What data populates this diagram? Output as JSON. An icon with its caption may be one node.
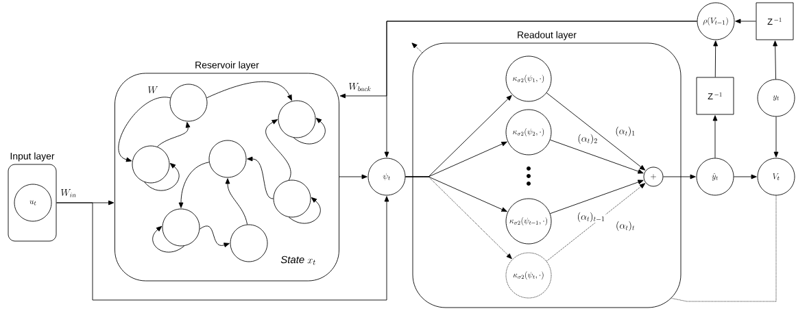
{
  "diagram": {
    "nodes": [
      {
        "text": [
          "Input layer"
        ]
      },
      {
        "text": [
          "u_t"
        ],
        "in": 0
      },
      {
        "text": [
          "Reservoir layer",
          "\\textit{State}\\ x_t"
        ]
      },
      {
        "text": [],
        "shape": "circle",
        "in": 2
      },
      {
        "text": [],
        "shape": "circle",
        "in": 2
      },
      {
        "text": [],
        "shape": "circle",
        "in": 2
      },
      {
        "text": [],
        "shape": "circle",
        "in": 2
      },
      {
        "text": [],
        "shape": "circle",
        "in": 2
      },
      {
        "text": [],
        "shape": "circle",
        "in": 2
      },
      {
        "text": [],
        "shape": "circle",
        "in": 2
      },
      {
        "text": [
          "\\psi_t"
        ]
      },
      {
        "text": [
          "Readout layer"
        ]
      },
      {
        "text": [
          "\\kappa_{\\sigma 2}(\\psi_1,\\cdot)"
        ],
        "in": 11
      },
      {
        "text": [
          "\\kappa_{\\sigma 2}(\\psi_2,\\cdot)"
        ],
        "in": 11
      },
      {
        "text": [
          "\\kappa_{\\sigma 2}(\\psi_{t-1},\\cdot)"
        ],
        "in": 11
      },
      {
        "text": [
          "\\kappa_{\\sigma 2}(\\psi_t,\\cdot)"
        ],
        "in": 11
      },
      {
        "text": [
          "+"
        ],
        "in": 11
      },
      {
        "text": [
          "\\rho(V_{t-1})"
        ]
      },
      {
        "text": [
          "\\mathrm{Z}^{\\,-1}"
        ]
      },
      {
        "text": [
          "\\mathrm{Z}^{\\,-1}"
        ]
      },
      {
        "text": [
          "y_t"
        ]
      },
      {
        "text": [
          "\\hat{y}_t"
        ]
      },
      {
        "text": [
          "V_t"
        ]
      }
    ],
    "edges": [
      {
        "from": 0,
        "to": 2,
        "arrow": "to",
        "label": "W_{in}"
      },
      {
        "from": 0,
        "to": 10,
        "arrow": "to"
      },
      {
        "from": 3,
        "to": 4,
        "arrow": "to"
      },
      {
        "from": 3,
        "to": 5,
        "arrow": "to",
        "label": "W"
      },
      {
        "from": 5,
        "to": 3,
        "arrow": "to"
      },
      {
        "from": 5,
        "to": 5,
        "arrow": "to"
      },
      {
        "from": 4,
        "to": 4,
        "arrow": "to"
      },
      {
        "from": 7,
        "to": 4,
        "arrow": "to"
      },
      {
        "from": 7,
        "to": 6,
        "arrow": "to"
      },
      {
        "from": 7,
        "to": 7,
        "arrow": "to"
      },
      {
        "from": 6,
        "to": 8,
        "arrow": "to"
      },
      {
        "from": 8,
        "to": 8,
        "arrow": "to"
      },
      {
        "from": 8,
        "to": 9,
        "arrow": "to"
      },
      {
        "from": 9,
        "to": 6,
        "arrow": "to"
      },
      {
        "from": 2,
        "to": 10,
        "arrow": "to"
      },
      {
        "from": 17,
        "to": 10,
        "arrow": "to"
      },
      {
        "from": 17,
        "to": 2,
        "arrow": "to",
        "label": "W_{back}"
      },
      {
        "from": 10,
        "to": 12,
        "arrow": "to"
      },
      {
        "from": 10,
        "to": 13,
        "arrow": "to"
      },
      {
        "from": 10,
        "to": 14,
        "arrow": "to"
      },
      {
        "from": 10,
        "to": 15,
        "arrow": "to",
        "style": "dashed"
      },
      {
        "from": 12,
        "to": 16,
        "arrow": "to",
        "label": "(\\alpha_t)_1"
      },
      {
        "from": 13,
        "to": 16,
        "arrow": "to",
        "label": "(\\alpha_t)_2"
      },
      {
        "from": 14,
        "to": 16,
        "arrow": "to",
        "label": "(\\alpha_t)_{t-1}"
      },
      {
        "from": 15,
        "to": 16,
        "arrow": "to",
        "style": "dashed",
        "label": "(\\alpha_t)_t"
      },
      {
        "from": 16,
        "to": 21,
        "arrow": "to"
      },
      {
        "from": 21,
        "to": 19,
        "arrow": "to"
      },
      {
        "from": 19,
        "to": 17,
        "arrow": "to"
      },
      {
        "from": 20,
        "to": 22,
        "arrow": "to"
      },
      {
        "from": 20,
        "to": 18,
        "arrow": "to"
      },
      {
        "from": 18,
        "to": 17,
        "arrow": "to"
      },
      {
        "from": 21,
        "to": 22,
        "arrow": "to"
      },
      {
        "from": 22,
        "to": 11,
        "arrow": "none",
        "style": "dashed"
      },
      {
        "from": 11,
        "to": null,
        "arrow": "to",
        "style": "dashed"
      }
    ]
  }
}
